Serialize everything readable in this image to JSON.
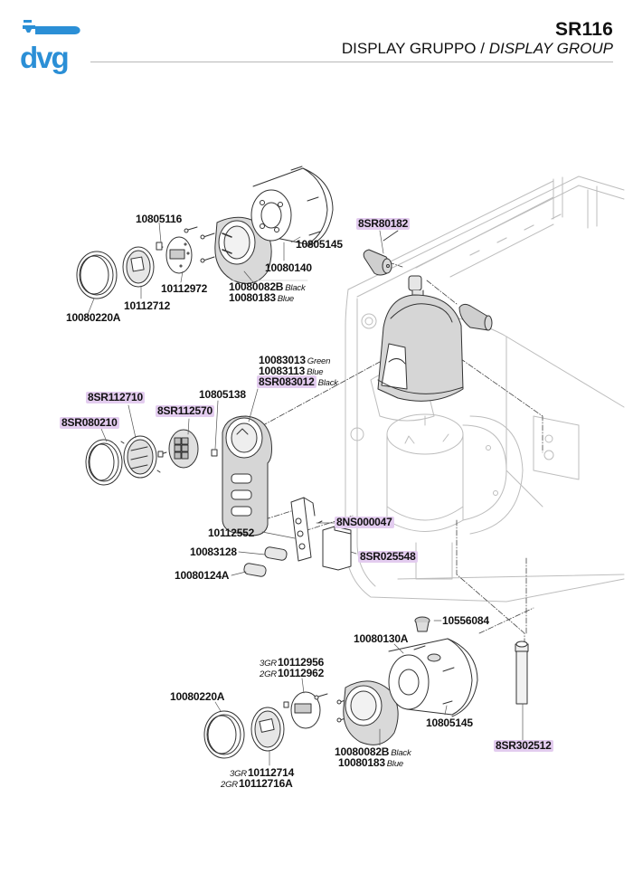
{
  "header": {
    "brand": "dvg",
    "model": "SR116",
    "title_it": "DISPLAY GRUPPO",
    "separator": " / ",
    "title_en": "DISPLAY GROUP"
  },
  "colors": {
    "brand_blue": "#2b8fd6",
    "highlight": "#e3ccef",
    "part_fill": "#d9d9d9",
    "outline": "#333333",
    "machine_outline": "#bdbdbd"
  },
  "parts": {
    "top_group": [
      {
        "code": "10805116"
      },
      {
        "code": "10805145"
      },
      {
        "code": "10080140"
      },
      {
        "code": "10112972"
      },
      {
        "code": "10112712"
      },
      {
        "code": "10080082B",
        "note": "Black"
      },
      {
        "code": "10080183",
        "note": "Blue"
      },
      {
        "code": "10080220A"
      }
    ],
    "handle": {
      "code": "8SR80182",
      "highlighted": true
    },
    "middle_group": [
      {
        "code": "10083013",
        "note": "Green"
      },
      {
        "code": "10083113",
        "note": "Blue"
      },
      {
        "code": "8SR083012",
        "note": "Black",
        "highlighted": true
      },
      {
        "code": "10805138"
      },
      {
        "code": "8SR112710",
        "highlighted": true
      },
      {
        "code": "8SR112570",
        "highlighted": true
      },
      {
        "code": "8SR080210",
        "highlighted": true
      },
      {
        "code": "8NS000047",
        "highlighted": true
      },
      {
        "code": "10112552"
      },
      {
        "code": "10083128"
      },
      {
        "code": "8SR025548",
        "highlighted": true
      },
      {
        "code": "10080124A"
      }
    ],
    "bottom_group": [
      {
        "code": "10556084"
      },
      {
        "code": "10080130A"
      },
      {
        "prefix": "3GR",
        "code": "10112956"
      },
      {
        "prefix": "2GR",
        "code": "10112962"
      },
      {
        "code": "10080220A"
      },
      {
        "code": "10805145"
      },
      {
        "code": "10080082B",
        "note": "Black"
      },
      {
        "code": "10080183",
        "note": "Blue"
      },
      {
        "prefix": "3GR",
        "code": "10112714"
      },
      {
        "prefix": "2GR",
        "code": "10112716A"
      },
      {
        "code": "8SR302512",
        "highlighted": true
      }
    ]
  }
}
